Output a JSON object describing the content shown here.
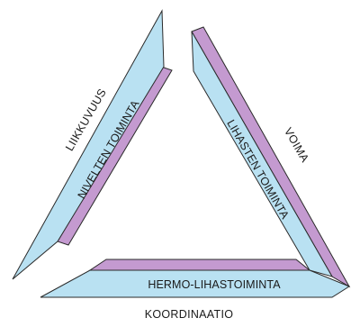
{
  "colors": {
    "background": "#ffffff",
    "band_blue": "#b9e1f2",
    "band_purple": "#c49ad0",
    "edge": "#2a2a2a"
  },
  "diagram": {
    "sides": [
      {
        "id": "left",
        "outer_label": "LIIKKUVUUS",
        "inner_label": "NIVELTEN TOIMINTA"
      },
      {
        "id": "right",
        "outer_label": "VOIMA",
        "inner_label": "LIHASTEN TOIMINTA"
      },
      {
        "id": "bottom",
        "outer_label": "KOORDINAATIO",
        "inner_label": "HERMO-LIHASTOIMINTA"
      }
    ]
  }
}
